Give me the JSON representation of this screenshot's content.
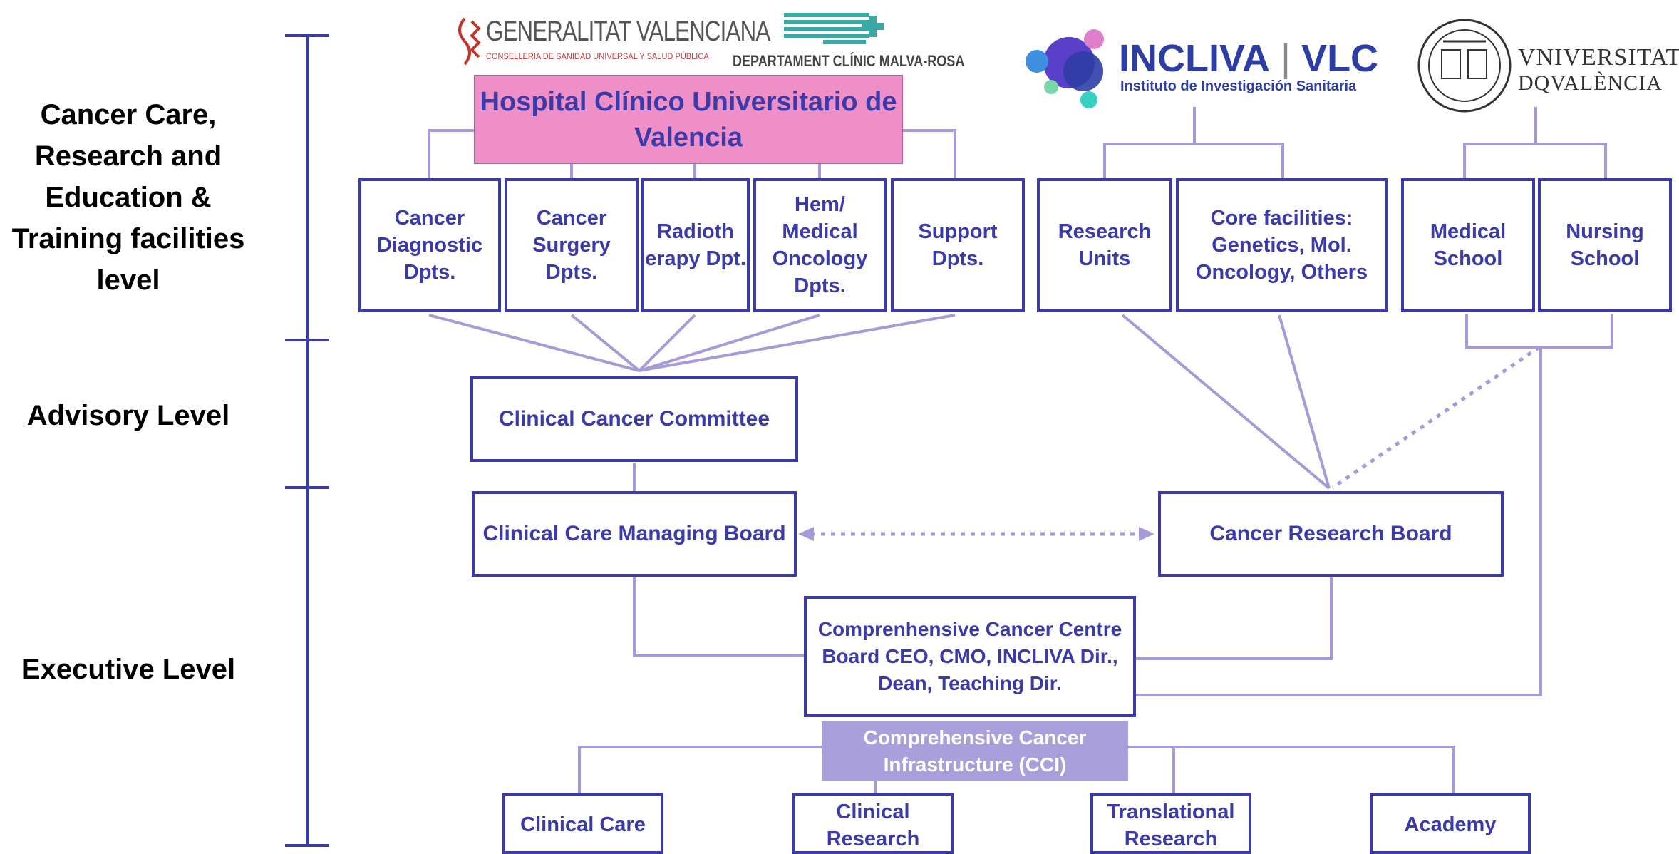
{
  "levels": {
    "facilities": "Cancer Care, Research and Education & Training facilities level",
    "advisory": "Advisory Level",
    "executive": "Executive Level"
  },
  "logos": {
    "generalitat": {
      "title": "GENERALITAT VALENCIANA",
      "subtitle": "CONSELLERIA DE SANIDAD UNIVERSAL Y SALUD PÚBLICA"
    },
    "malva_rosa": "DEPARTAMENT CLÍNIC MALVA-ROSA",
    "incliva": {
      "title": "INCLIVA",
      "suffix": "VLC",
      "subtitle": "Instituto de Investigación Sanitaria"
    },
    "universitat": {
      "line1": "VNIVERSITAT",
      "line2": "DQVALÈNCIA"
    }
  },
  "hospital": "Hospital Clínico Universitario de Valencia",
  "departments": [
    "Cancer Diagnostic Dpts.",
    "Cancer Surgery Dpts.",
    "Radioth erapy Dpt.",
    "Hem/ Medical Oncology Dpts.",
    "Support Dpts."
  ],
  "research": [
    "Research Units",
    "Core facilities: Genetics, Mol. Oncology, Others"
  ],
  "schools": [
    "Medical School",
    "Nursing School"
  ],
  "committee": "Clinical Cancer Committee",
  "care_board": "Clinical Care Managing Board",
  "research_board": "Cancer Research Board",
  "ccc_board": "Comprenhensive Cancer Centre Board CEO, CMO, INCLIVA Dir., Dean, Teaching Dir.",
  "cci": "Comprehensive Cancer Infrastructure (CCI)",
  "pillars": [
    "Clinical Care",
    "Clinical Research",
    "Translational Research",
    "Academy"
  ],
  "colors": {
    "primary": "#3a3aa8",
    "line": "#a89ad8",
    "hospital": "#ee8fc8",
    "cci": "#a99fda"
  }
}
